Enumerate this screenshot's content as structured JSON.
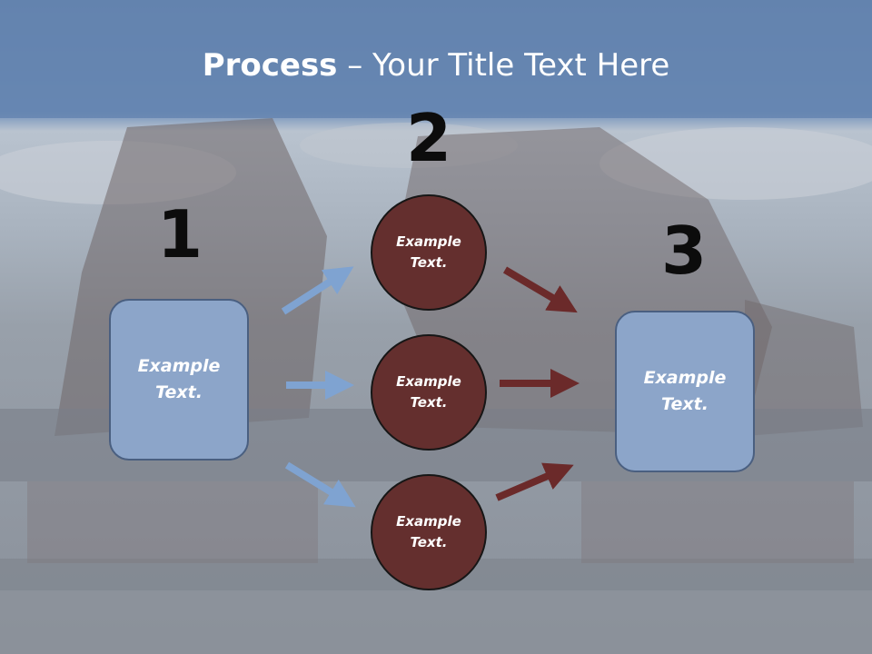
{
  "title": {
    "bold": "Process",
    "rest": " – Your Title Text Here"
  },
  "steps": {
    "n1": "1",
    "n2": "2",
    "n3": "3"
  },
  "left_box": {
    "line1": "Example",
    "line2": "Text."
  },
  "right_box": {
    "line1": "Example",
    "line2": "Text."
  },
  "circles": [
    {
      "line1": "Example",
      "line2": "Text."
    },
    {
      "line1": "Example",
      "line2": "Text."
    },
    {
      "line1": "Example",
      "line2": "Text."
    }
  ],
  "colors": {
    "box_fill": "#8ca5c9",
    "circle_fill": "#642f2e",
    "blue_arrow": "#7fa3d1",
    "red_arrow": "#6b2a2a"
  }
}
